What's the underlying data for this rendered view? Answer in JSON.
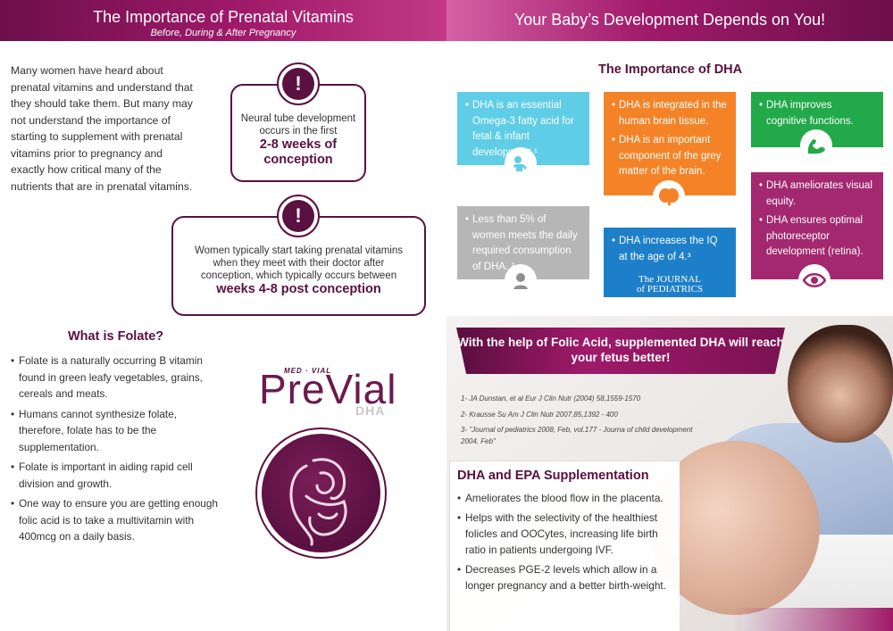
{
  "left_banner": {
    "title": "The Importance of Prenatal Vitamins",
    "subtitle": "Before, During & After Pregnancy"
  },
  "right_banner": {
    "title": "Your Baby’s Development Depends on You!"
  },
  "intro": "Many women have heard about prenatal vitamins and understand that they should take them. But many may not understand the importance of starting to supplement with prenatal vitamins prior to pregnancy and exactly how critical many of the nutrients that are in prenatal vitamins.",
  "callouts": [
    {
      "text": "Neural tube development occurs in the first",
      "highlight": "2-8 weeks of conception"
    },
    {
      "text": "Women typically start taking prenatal vitamins when they meet with their doctor after conception, which typically occurs between",
      "highlight": "weeks 4-8 post conception"
    }
  ],
  "alert_symbol": "!",
  "folate": {
    "title": "What is Folate?",
    "items": [
      "Folate is a naturally occurring B vitamin found in green leafy vegetables, grains, cereals and meats.",
      "Humans cannot synthesize folate, therefore, folate has to be the supplementation.",
      "Folate is important in aiding rapid cell division and growth.",
      "One way to ensure you are getting enough folic acid is to take a multivitamin with 400mcg on a daily basis."
    ]
  },
  "logo": {
    "brand": "MED · VIAL",
    "name": "PreVial",
    "suffix": "DHA"
  },
  "dha": {
    "title": "The Importance of DHA",
    "cards": {
      "cyan": [
        "DHA is an essential Omega-3 fatty acid for fetal & infant development ¹"
      ],
      "gray": [
        "Less than 5% of women meets the daily required consumption of DHA. ²"
      ],
      "orange": [
        "DHA is integrated in the human brain tissue.",
        "DHA is an important component of the grey matter of the brain."
      ],
      "blue": [
        "DHA increases the IQ at the age of 4.³"
      ],
      "green": [
        "DHA improves cognitive functions."
      ],
      "purple": [
        "DHA ameliorates visual equity.",
        "DHA ensures optimal photoreceptor development (retina)."
      ]
    },
    "journal_line1": "The JOURNAL",
    "journal_line2": "of PEDIATRICS"
  },
  "icons": {
    "cyan": "baby-icon",
    "gray": "woman-icon",
    "orange": "brain-icon",
    "green": "muscle-icon",
    "purple": "eye-icon"
  },
  "ribbon": "With the help of Folic Acid, supplemented DHA will reach your fetus better!",
  "references": [
    "1- JA Dunstan, et al Eur J Clin Nutr (2004) 58,1559-1570",
    "2- Krausse Su Am J Clin Nutr 2007,85,1392 - 400",
    "3- \"Journal of pediatrics 2008, Feb, vol.177 - Journa of child development 2004, Feb\""
  ],
  "epa": {
    "title": "DHA and EPA Supplementation",
    "items": [
      "Ameliorates the blood flow in the placenta.",
      "Helps with the selectivity of the healthiest folicles and OOCytes, increasing life birth ratio in patients undergoing IVF.",
      "Decreases PGE-2 levels which allow in a longer pregnancy and a better birth-weight."
    ]
  },
  "colors": {
    "primary": "#5a1040",
    "cyan": "#5fcde6",
    "gray": "#b6b6b6",
    "orange": "#f48327",
    "blue": "#1d7fc9",
    "green": "#21a94a",
    "purple": "#a3286f"
  }
}
